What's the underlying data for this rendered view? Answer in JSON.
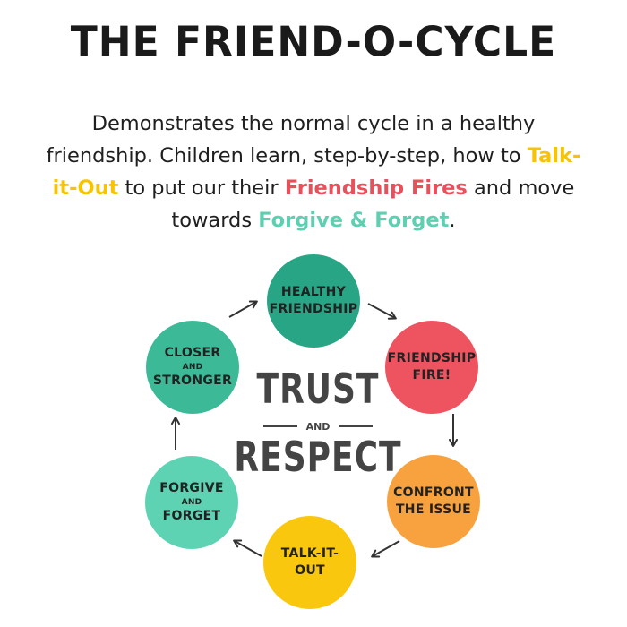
{
  "title": "THE FRIEND-O-CYCLE",
  "description": {
    "part1": "Demonstrates the normal cycle in a healthy friendship. Children learn, step-by-step, how to ",
    "highlight1": "Talk-it-Out",
    "part2": " to put our their ",
    "highlight2": "Friendship Fires",
    "part3": " and move towards ",
    "highlight3": "Forgive & Forget",
    "part4": "."
  },
  "colors": {
    "yellow": "#f6c400",
    "red": "#e8505b",
    "mint": "#5fcfb1",
    "dark_teal": "#27a585",
    "orange": "#f5a23c",
    "arrow": "#333333"
  },
  "center": {
    "top": "TRUST",
    "middle": "AND",
    "bottom": "RESPECT"
  },
  "steps": [
    {
      "line1": "HEALTHY",
      "line2": "FRIENDSHIP",
      "color": "#27a585"
    },
    {
      "line1": "FRIENDSHIP",
      "line2": "FIRE!",
      "color": "#ee5360"
    },
    {
      "line1": "CONFRONT",
      "line2": "THE ISSUE",
      "color": "#f7a23e"
    },
    {
      "line1": "TALK-IT-",
      "line2": "OUT",
      "color": "#f9c80e"
    },
    {
      "line1": "FORGIVE",
      "small": "AND",
      "line2": "FORGET",
      "color": "#5dd3b3"
    },
    {
      "line1": "CLOSER",
      "small": "AND",
      "line2": "STRONGER",
      "color": "#3cb997"
    }
  ]
}
